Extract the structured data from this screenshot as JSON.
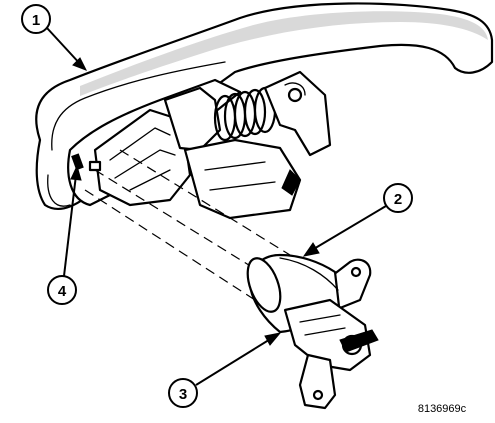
{
  "diagram": {
    "callouts": [
      {
        "id": "callout-1",
        "label": "1"
      },
      {
        "id": "callout-2",
        "label": "2"
      },
      {
        "id": "callout-3",
        "label": "3"
      },
      {
        "id": "callout-4",
        "label": "4"
      }
    ],
    "figure_id": "8136969c"
  }
}
